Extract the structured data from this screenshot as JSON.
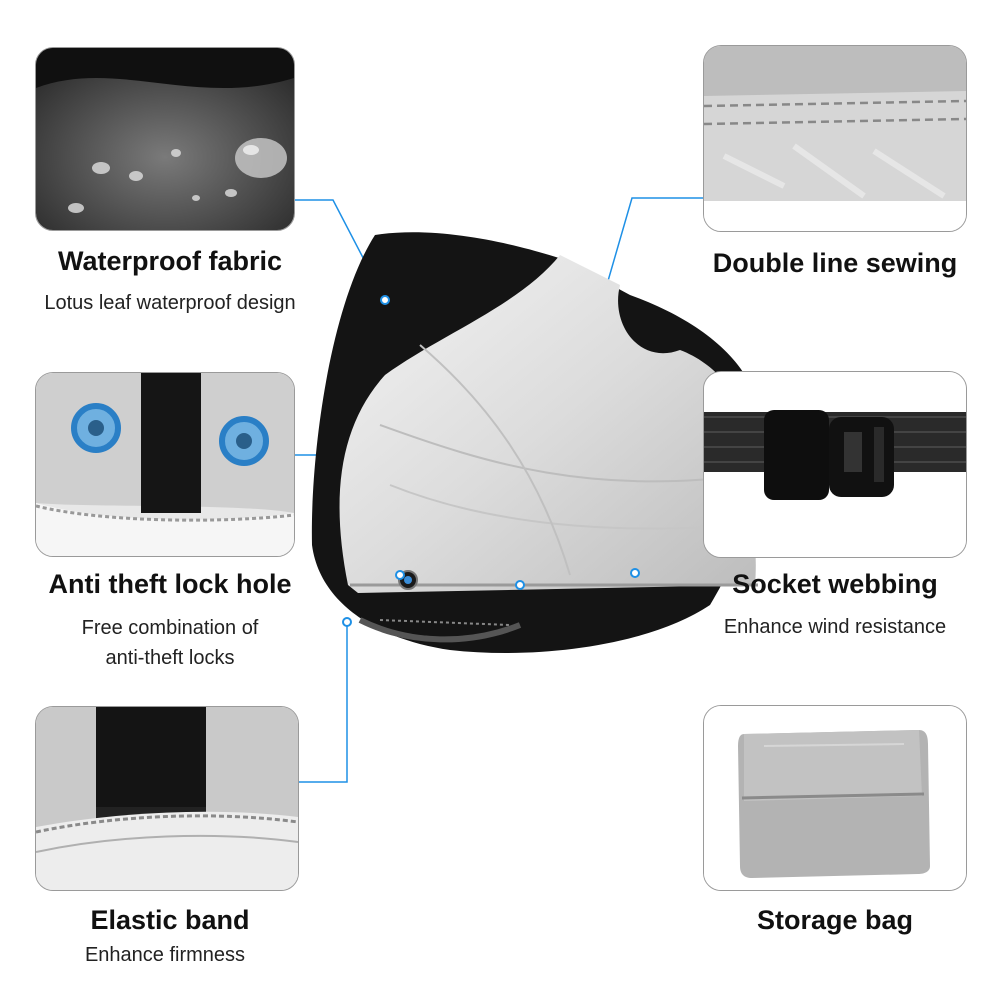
{
  "features": {
    "waterproof": {
      "title": "Waterproof fabric",
      "desc": "Lotus leaf waterproof design"
    },
    "lock_hole": {
      "title": "Anti theft lock hole",
      "desc_line1": "Free combination of",
      "desc_line2": "anti-theft locks"
    },
    "elastic": {
      "title": "Elastic band",
      "desc": "Enhance firmness"
    },
    "sewing": {
      "title": "Double line sewing"
    },
    "webbing": {
      "title": "Socket webbing",
      "desc": "Enhance wind resistance"
    },
    "storage": {
      "title": "Storage bag"
    }
  },
  "colors": {
    "connector": "#1e90e6",
    "cover_silver": "#d9d9d9",
    "cover_black": "#141414",
    "card_border": "#9a9a9a"
  }
}
